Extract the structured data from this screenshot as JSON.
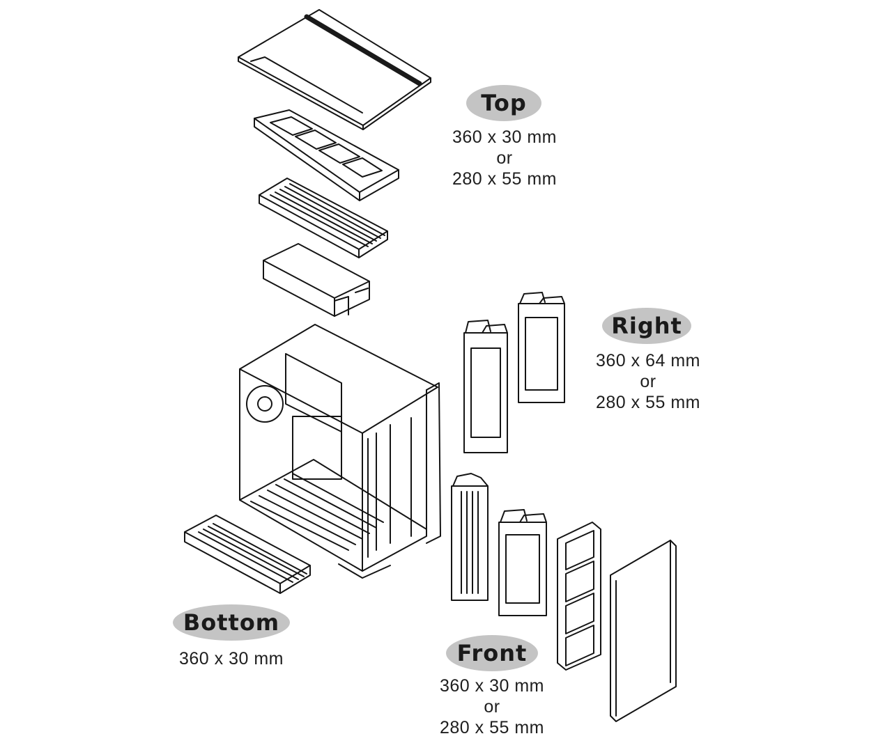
{
  "labels": {
    "top": {
      "name": "Top",
      "lines": [
        "360 x 30 mm",
        "or",
        "280 x 55 mm"
      ]
    },
    "right": {
      "name": "Right",
      "lines": [
        "360 x 64 mm",
        "or",
        "280 x 55 mm"
      ]
    },
    "bottom": {
      "name": "Bottom",
      "lines": [
        "360 x 30 mm"
      ]
    },
    "front": {
      "name": "Front",
      "lines": [
        "360 x 30 mm",
        "or",
        "280 x 55 mm"
      ]
    }
  }
}
